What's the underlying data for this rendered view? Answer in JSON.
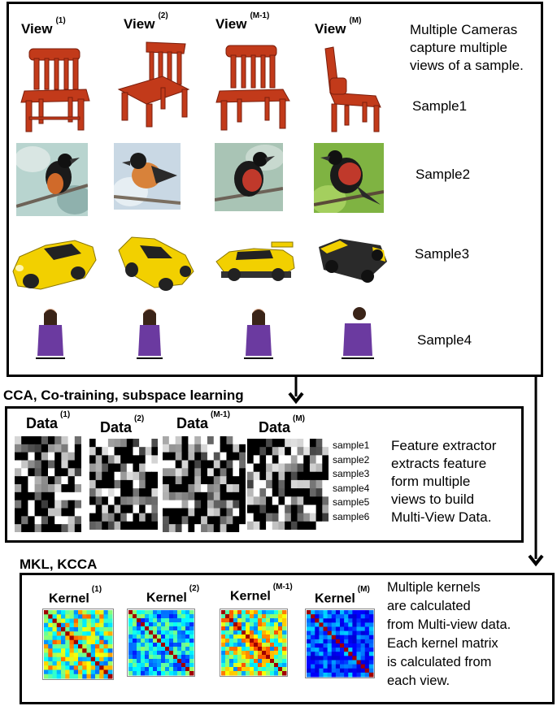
{
  "top": {
    "view_headers": [
      {
        "label": "View",
        "sup": "(1)"
      },
      {
        "label": "View",
        "sup": "(2)"
      },
      {
        "label": "View",
        "sup": "(M-1)"
      },
      {
        "label": "View",
        "sup": "(M)"
      }
    ],
    "description": [
      "Multiple Cameras",
      "capture multiple",
      "views of a sample."
    ],
    "samples": [
      "Sample1",
      "Sample2",
      "Sample3",
      "Sample4"
    ]
  },
  "middle": {
    "section_title": "CCA, Co-training, subspace learning",
    "data_headers": [
      {
        "label": "Data",
        "sup": "(1)"
      },
      {
        "label": "Data",
        "sup": "(2)"
      },
      {
        "label": "Data",
        "sup": "(M-1)"
      },
      {
        "label": "Data",
        "sup": "(M)"
      }
    ],
    "row_labels": [
      "sample1",
      "sample2",
      "sample3",
      "sample4",
      "sample5",
      "sample6"
    ],
    "description": [
      "Feature extractor",
      "extracts feature",
      "form multiple",
      "views to build",
      "Multi-View Data."
    ]
  },
  "bottom": {
    "section_title": "MKL, KCCA",
    "kernel_headers": [
      {
        "label": "Kernel",
        "sup": "(1)"
      },
      {
        "label": "Kernel",
        "sup": "(2)"
      },
      {
        "label": "Kernel",
        "sup": "(M-1)"
      },
      {
        "label": "Kernel",
        "sup": "(M)"
      }
    ],
    "description": [
      "Multiple kernels",
      "are calculated",
      "from Multi-view data.",
      "Each kernel matrix",
      "is calculated from",
      "each view."
    ]
  },
  "colors": {
    "chair": "#c23a1a",
    "car": "#f2d000",
    "person": "#6b3aa0",
    "kernel_blue": "#2f5fd6"
  }
}
